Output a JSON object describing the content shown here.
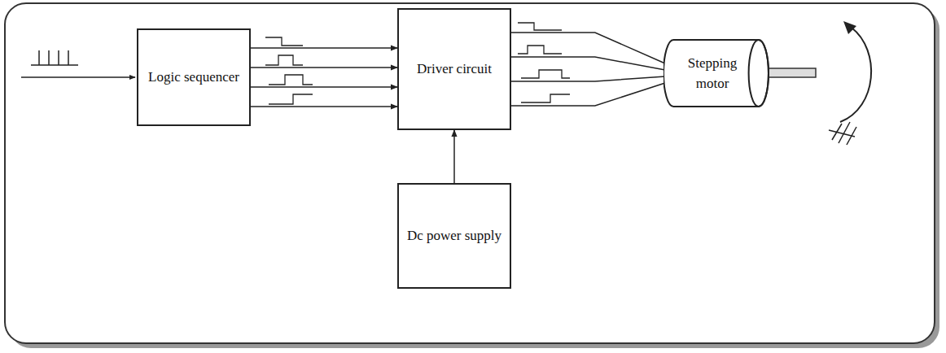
{
  "diagram": {
    "nodes": [
      {
        "text": [
          "Logic sequencer"
        ]
      },
      {
        "text": [
          "Driver circuit"
        ]
      },
      {
        "text": [
          "Stepping motor"
        ]
      },
      {
        "text": [
          "Dc power supply"
        ]
      }
    ],
    "edges": [
      {
        "from": 0,
        "to": 1,
        "arrow": "to"
      },
      {
        "from": 0,
        "to": 1,
        "arrow": "to"
      },
      {
        "from": 0,
        "to": 1,
        "arrow": "to"
      },
      {
        "from": 0,
        "to": 1,
        "arrow": "to"
      },
      {
        "from": 1,
        "to": 2,
        "arrow": "none"
      },
      {
        "from": 1,
        "to": 2,
        "arrow": "none"
      },
      {
        "from": 1,
        "to": 2,
        "arrow": "none"
      },
      {
        "from": 1,
        "to": 2,
        "arrow": "none"
      },
      {
        "from": 3,
        "to": 1,
        "arrow": "to"
      }
    ]
  }
}
